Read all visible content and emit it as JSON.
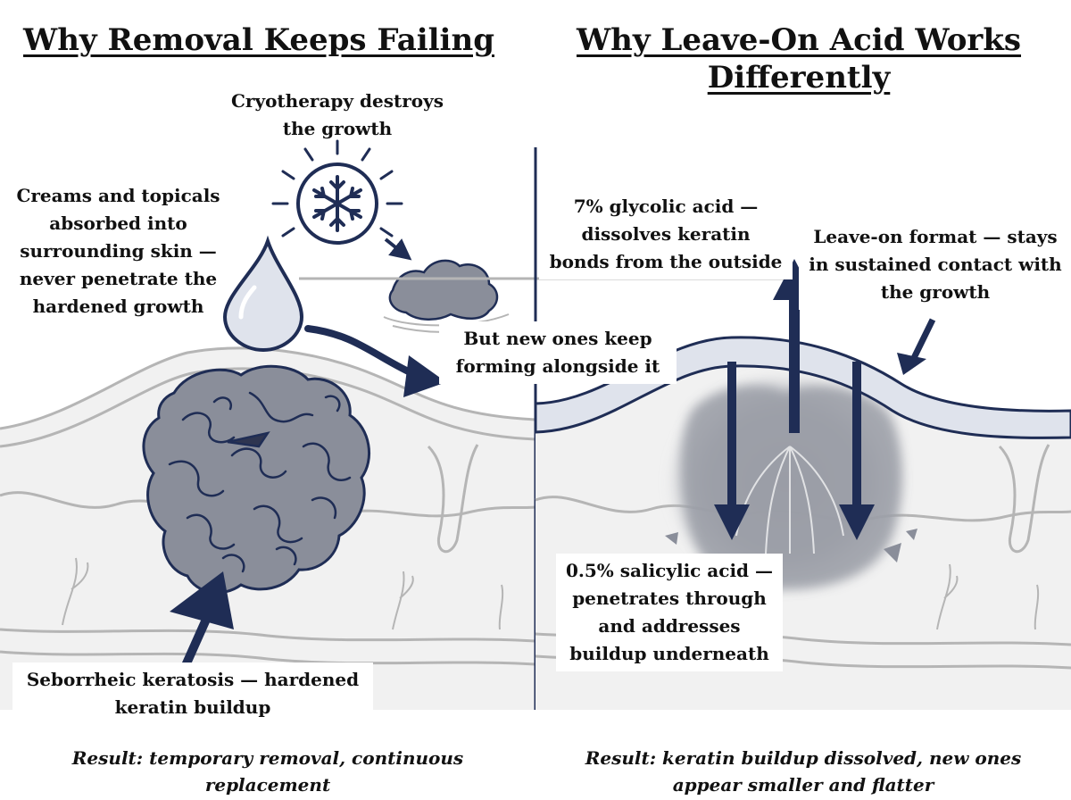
{
  "left_panel": {
    "title": "Why Removal Keeps Failing",
    "cryotherapy_label": [
      "Cryotherapy destroys",
      "the growth"
    ],
    "creams_label": [
      "Creams and topicals",
      "absorbed into",
      "surrounding skin —",
      "never penetrate the",
      "hardened growth"
    ],
    "new_ones_label": [
      "But new ones keep",
      "forming alongside it"
    ],
    "keratosis_label": [
      "Seborrheic keratosis — hardened",
      "keratin buildup"
    ],
    "result": [
      "Result: temporary removal, continuous",
      "replacement"
    ]
  },
  "right_panel": {
    "title": [
      "Why Leave-On Acid Works",
      "Differently"
    ],
    "glycolic_label": [
      "7% glycolic acid —",
      "dissolves keratin",
      "bonds from the outside"
    ],
    "leave_on_label": [
      "Leave-on format — stays",
      "in sustained contact with",
      "the growth"
    ],
    "salicylic_label": [
      "0.5% salicylic acid —",
      "penetrates through",
      "and addresses",
      "buildup underneath"
    ],
    "result": [
      "Result: keratin buildup dissolved, new ones",
      "appear smaller and flatter"
    ]
  },
  "colors": {
    "navy": "#1f2d55",
    "growth_gray": "#8a8e9a",
    "skin_band": "#dfe3ec",
    "skin_bg": "#f1f1f1",
    "line_gray": "#b5b5b5"
  }
}
